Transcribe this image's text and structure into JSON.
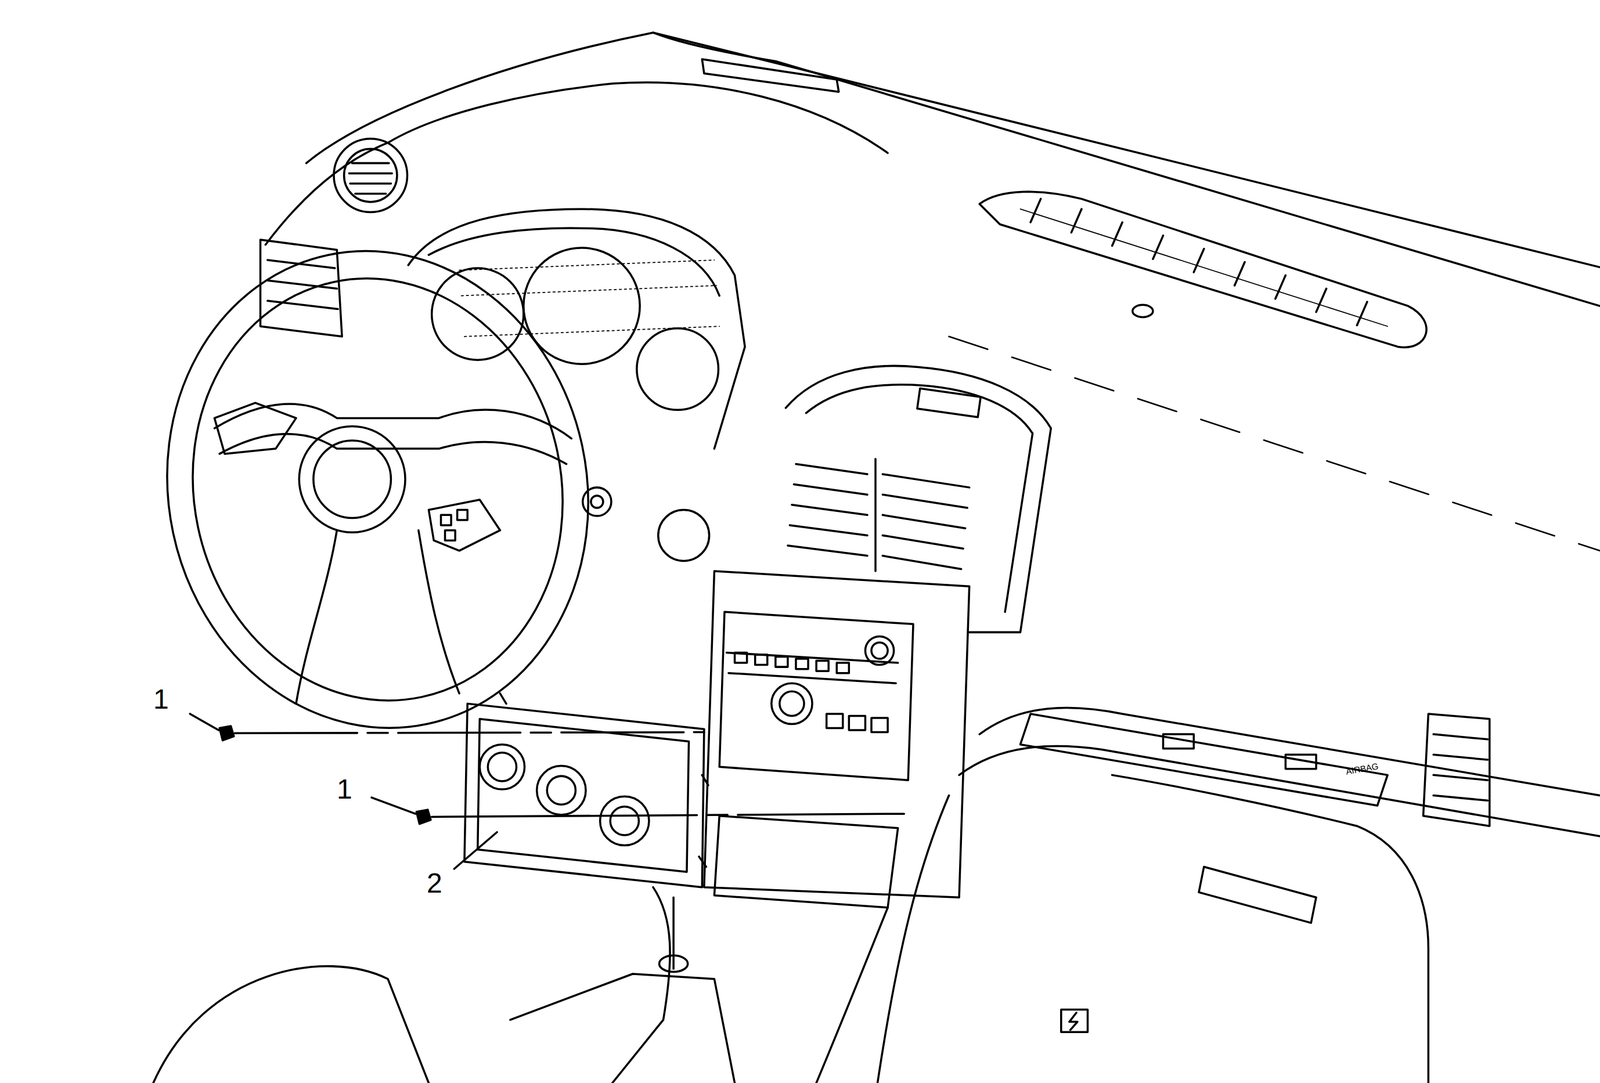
{
  "diagram": {
    "labels": [
      "1",
      "1",
      "2",
      "AIRBAG"
    ]
  }
}
